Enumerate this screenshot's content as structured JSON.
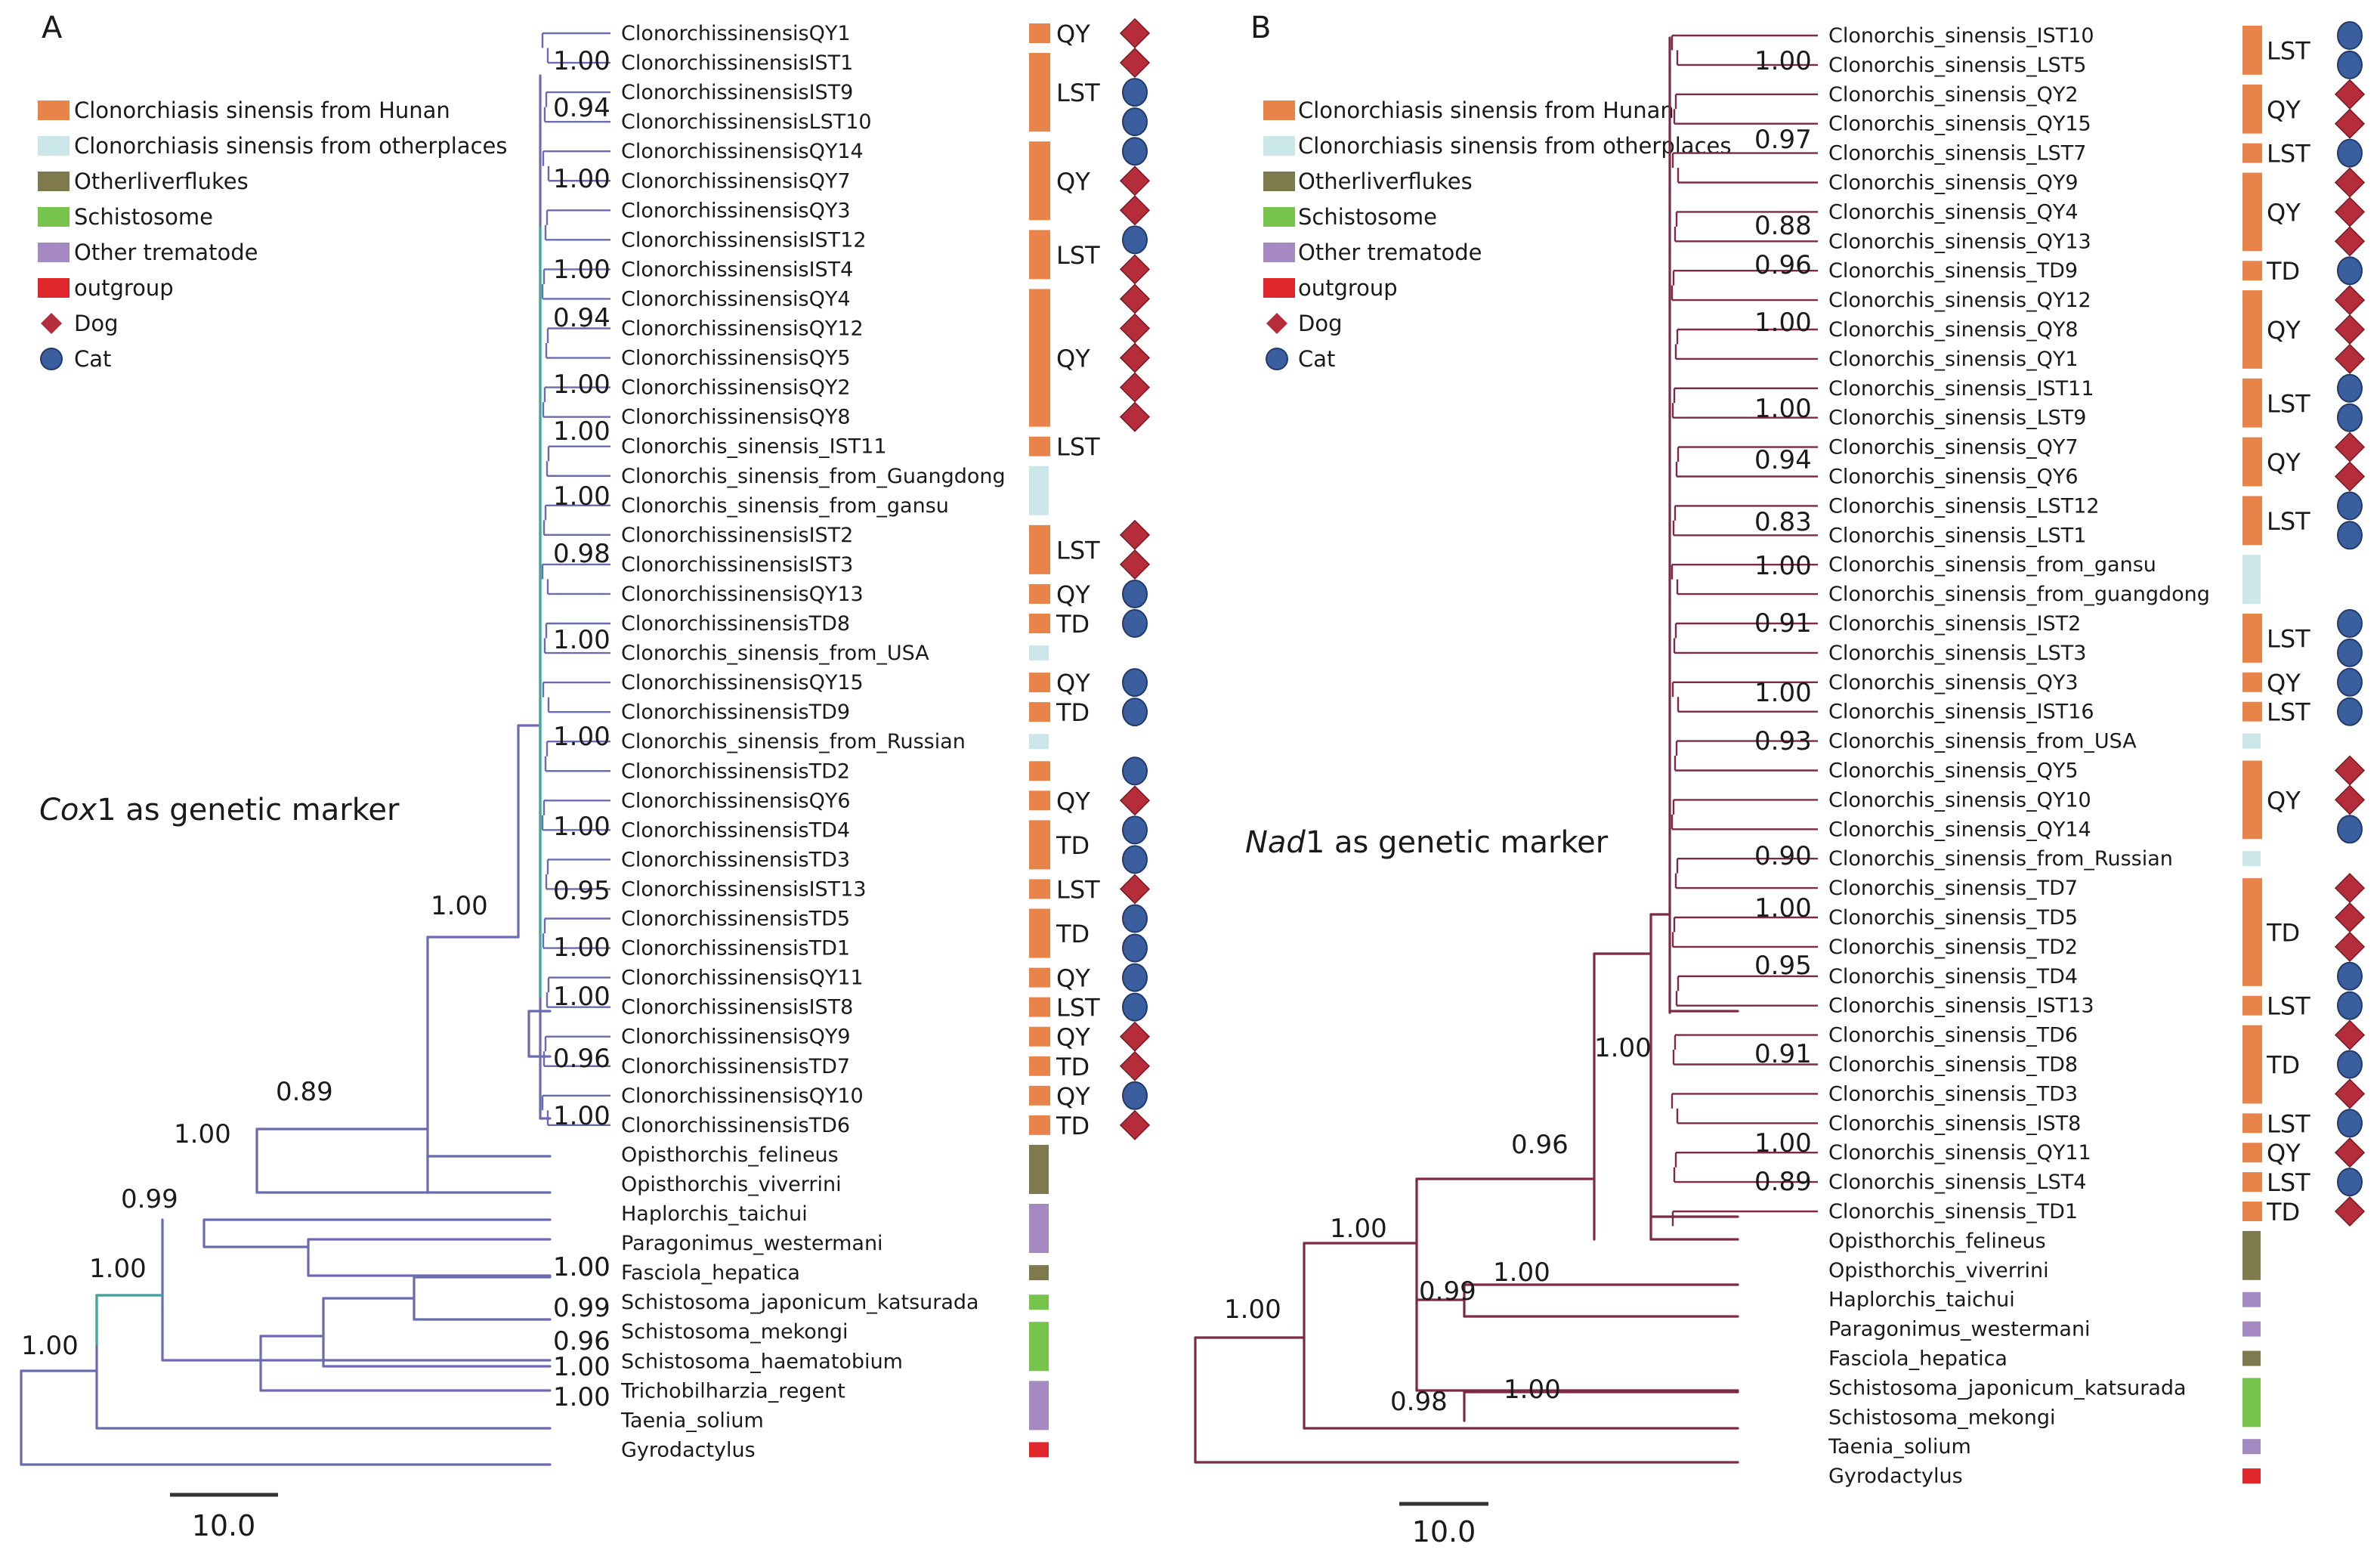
{
  "colors": {
    "hunan": "#e8834a",
    "other_places": "#cce7ea",
    "other_liver_flukes": "#7f7a4e",
    "schistosome": "#77c44c",
    "other_trematode": "#a48ac0",
    "outgroup": "#e0262b",
    "dog": "#b52d3a",
    "cat": "#3a5e9e",
    "tree_a_line": "#6b6bb0",
    "tree_a_accent": "#3fa89a",
    "tree_b_line": "#7d2a44"
  },
  "legend": [
    {
      "key": "hunan",
      "label": "Clonorchiasis sinensis from Hunan",
      "symbol": "rect"
    },
    {
      "key": "other_places",
      "label": "Clonorchiasis sinensis from otherplaces",
      "symbol": "rect"
    },
    {
      "key": "other_liver_flukes",
      "label": "Otherliverflukes",
      "symbol": "rect"
    },
    {
      "key": "schistosome",
      "label": "Schistosome",
      "symbol": "rect"
    },
    {
      "key": "other_trematode",
      "label": "Other trematode",
      "symbol": "rect"
    },
    {
      "key": "outgroup",
      "label": "outgroup",
      "symbol": "rect"
    },
    {
      "key": "dog",
      "label": "Dog",
      "symbol": "diamond"
    },
    {
      "key": "cat",
      "label": "Cat",
      "symbol": "circle"
    }
  ],
  "panels": [
    {
      "id": "a",
      "panel_label": "A",
      "marker_italic": "Cox",
      "marker_rest": "1 as genetic marker",
      "scale_label": "10.0",
      "taxa": [
        "ClonorchissinensisQY1",
        "ClonorchissinensisIST1",
        "ClonorchissinensisIST9",
        "ClonorchissinensisLST10",
        "ClonorchissinensisQY14",
        "ClonorchissinensisQY7",
        "ClonorchissinensisQY3",
        "ClonorchissinensisIST12",
        "ClonorchissinensisIST4",
        "ClonorchissinensisQY4",
        "ClonorchissinensisQY12",
        "ClonorchissinensisQY5",
        "ClonorchissinensisQY2",
        "ClonorchissinensisQY8",
        "Clonorchis_sinensis_IST11",
        "Clonorchis_sinensis_from_Guangdong",
        "Clonorchis_sinensis_from_gansu",
        "ClonorchissinensisIST2",
        "ClonorchissinensisIST3",
        "ClonorchissinensisQY13",
        "ClonorchissinensisTD8",
        "Clonorchis_sinensis_from_USA",
        "ClonorchissinensisQY15",
        "ClonorchissinensisTD9",
        "Clonorchis_sinensis_from_Russian",
        "ClonorchissinensisTD2",
        "ClonorchissinensisQY6",
        "ClonorchissinensisTD4",
        "ClonorchissinensisTD3",
        "ClonorchissinensisIST13",
        "ClonorchissinensisTD5",
        "ClonorchissinensisTD1",
        "ClonorchissinensisQY11",
        "ClonorchissinensisIST8",
        "ClonorchissinensisQY9",
        "ClonorchissinensisTD7",
        "ClonorchissinensisQY10",
        "ClonorchissinensisTD6",
        "Opisthorchis_felineus",
        "Opisthorchis_viverrini",
        "Haplorchis_taichui",
        "Paragonimus_westermani",
        "Fasciola_hepatica",
        "Schistosoma_japonicum_katsurada",
        "Schistosoma_mekongi",
        "Schistosoma_haematobium",
        "Trichobilharzia_regent",
        "Taenia_solium",
        "Gyrodactylus"
      ],
      "hosts": [
        "dog",
        "dog",
        "cat",
        "cat",
        "cat",
        "dog",
        "dog",
        "cat",
        "dog",
        "dog",
        "dog",
        "dog",
        "dog",
        "dog",
        null,
        null,
        null,
        "dog",
        "dog",
        "cat",
        "cat",
        null,
        "cat",
        "cat",
        null,
        "cat",
        "dog",
        "cat",
        "cat",
        "dog",
        "cat",
        "cat",
        "cat",
        "cat",
        "dog",
        "dog",
        "cat",
        "dog",
        null,
        null,
        null,
        null,
        null,
        null,
        null,
        null,
        null,
        null,
        null
      ],
      "groups": [
        {
          "color": "hunan",
          "from": 0,
          "to": 0,
          "label": "QY"
        },
        {
          "color": "hunan",
          "from": 1,
          "to": 3,
          "label": "LST"
        },
        {
          "color": "hunan",
          "from": 4,
          "to": 6,
          "label": "QY"
        },
        {
          "color": "hunan",
          "from": 7,
          "to": 8,
          "label": "LST"
        },
        {
          "color": "hunan",
          "from": 9,
          "to": 13,
          "label": "QY"
        },
        {
          "color": "hunan",
          "from": 14,
          "to": 14,
          "label": "LST"
        },
        {
          "color": "other_places",
          "from": 15,
          "to": 16,
          "label": ""
        },
        {
          "color": "hunan",
          "from": 17,
          "to": 18,
          "label": "LST"
        },
        {
          "color": "hunan",
          "from": 19,
          "to": 19,
          "label": "QY"
        },
        {
          "color": "hunan",
          "from": 20,
          "to": 20,
          "label": "TD"
        },
        {
          "color": "other_places",
          "from": 21,
          "to": 21,
          "label": ""
        },
        {
          "color": "hunan",
          "from": 22,
          "to": 22,
          "label": "QY"
        },
        {
          "color": "hunan",
          "from": 23,
          "to": 23,
          "label": "TD"
        },
        {
          "color": "other_places",
          "from": 24,
          "to": 24,
          "label": ""
        },
        {
          "color": "hunan",
          "from": 25,
          "to": 25,
          "label": ""
        },
        {
          "color": "hunan",
          "from": 26,
          "to": 26,
          "label": "QY"
        },
        {
          "color": "hunan",
          "from": 27,
          "to": 28,
          "label": "TD"
        },
        {
          "color": "hunan",
          "from": 29,
          "to": 29,
          "label": "LST"
        },
        {
          "color": "hunan",
          "from": 30,
          "to": 31,
          "label": "TD"
        },
        {
          "color": "hunan",
          "from": 32,
          "to": 32,
          "label": "QY"
        },
        {
          "color": "hunan",
          "from": 33,
          "to": 33,
          "label": "LST"
        },
        {
          "color": "hunan",
          "from": 34,
          "to": 34,
          "label": "QY"
        },
        {
          "color": "hunan",
          "from": 35,
          "to": 35,
          "label": "TD"
        },
        {
          "color": "hunan",
          "from": 36,
          "to": 36,
          "label": "QY"
        },
        {
          "color": "hunan",
          "from": 37,
          "to": 37,
          "label": "TD"
        },
        {
          "color": "other_liver_flukes",
          "from": 38,
          "to": 39,
          "label": ""
        },
        {
          "color": "other_trematode",
          "from": 40,
          "to": 41,
          "label": ""
        },
        {
          "color": "other_liver_flukes",
          "from": 42,
          "to": 42,
          "label": ""
        },
        {
          "color": "schistosome",
          "from": 43,
          "to": 43,
          "label": ""
        },
        {
          "color": "schistosome",
          "from": 44,
          "to": 45,
          "label": ""
        },
        {
          "color": "other_trematode",
          "from": 46,
          "to": 47,
          "label": ""
        },
        {
          "color": "outgroup",
          "from": 48,
          "to": 48,
          "label": ""
        }
      ],
      "support_values": [
        "1.00",
        "0.94",
        "1.00",
        "1.00",
        "0.94",
        "1.00",
        "1.00",
        "1.00",
        "0.98",
        "1.00",
        "1.00",
        "1.00",
        "0.95",
        "1.00",
        "1.00",
        "0.96",
        "1.00",
        "1.00",
        "1.00",
        "0.89",
        "1.00",
        "0.99",
        "1.00",
        "1.00",
        "1.00",
        "0.99",
        "0.96",
        "1.00",
        "1.00"
      ]
    },
    {
      "id": "b",
      "panel_label": "B",
      "marker_italic": "Nad",
      "marker_rest": "1 as genetic marker",
      "scale_label": "10.0",
      "taxa": [
        "Clonorchis_sinensis_IST10",
        "Clonorchis_sinensis_LST5",
        "Clonorchis_sinensis_QY2",
        "Clonorchis_sinensis_QY15",
        "Clonorchis_sinensis_LST7",
        "Clonorchis_sinensis_QY9",
        "Clonorchis_sinensis_QY4",
        "Clonorchis_sinensis_QY13",
        "Clonorchis_sinensis_TD9",
        "Clonorchis_sinensis_QY12",
        "Clonorchis_sinensis_QY8",
        "Clonorchis_sinensis_QY1",
        "Clonorchis_sinensis_IST11",
        "Clonorchis_sinensis_LST9",
        "Clonorchis_sinensis_QY7",
        "Clonorchis_sinensis_QY6",
        "Clonorchis_sinensis_LST12",
        "Clonorchis_sinensis_LST1",
        "Clonorchis_sinensis_from_gansu",
        "Clonorchis_sinensis_from_guangdong",
        "Clonorchis_sinensis_IST2",
        "Clonorchis_sinensis_LST3",
        "Clonorchis_sinensis_QY3",
        "Clonorchis_sinensis_IST16",
        "Clonorchis_sinensis_from_USA",
        "Clonorchis_sinensis_QY5",
        "Clonorchis_sinensis_QY10",
        "Clonorchis_sinensis_QY14",
        "Clonorchis_sinensis_from_Russian",
        "Clonorchis_sinensis_TD7",
        "Clonorchis_sinensis_TD5",
        "Clonorchis_sinensis_TD2",
        "Clonorchis_sinensis_TD4",
        "Clonorchis_sinensis_IST13",
        "Clonorchis_sinensis_TD6",
        "Clonorchis_sinensis_TD8",
        "Clonorchis_sinensis_TD3",
        "Clonorchis_sinensis_IST8",
        "Clonorchis_sinensis_QY11",
        "Clonorchis_sinensis_LST4",
        "Clonorchis_sinensis_TD1",
        "Opisthorchis_felineus",
        "Opisthorchis_viverrini",
        "Haplorchis_taichui",
        "Paragonimus_westermani",
        "Fasciola_hepatica",
        "Schistosoma_japonicum_katsurada",
        "Schistosoma_mekongi",
        "Taenia_solium",
        "Gyrodactylus"
      ],
      "hosts": [
        "cat",
        "cat",
        "dog",
        "dog",
        "cat",
        "dog",
        "dog",
        "dog",
        "cat",
        "dog",
        "dog",
        "dog",
        "cat",
        "cat",
        "dog",
        "dog",
        "cat",
        "cat",
        null,
        null,
        "cat",
        "cat",
        "cat",
        "cat",
        null,
        "dog",
        "dog",
        "cat",
        null,
        "dog",
        "dog",
        "dog",
        "cat",
        "cat",
        "dog",
        "cat",
        "dog",
        "cat",
        "dog",
        "cat",
        "dog",
        null,
        null,
        null,
        null,
        null,
        null,
        null,
        null,
        null
      ],
      "groups": [
        {
          "color": "hunan",
          "from": 0,
          "to": 1,
          "label": "LST"
        },
        {
          "color": "hunan",
          "from": 2,
          "to": 3,
          "label": "QY"
        },
        {
          "color": "hunan",
          "from": 4,
          "to": 4,
          "label": "LST"
        },
        {
          "color": "hunan",
          "from": 5,
          "to": 7,
          "label": "QY"
        },
        {
          "color": "hunan",
          "from": 8,
          "to": 8,
          "label": "TD"
        },
        {
          "color": "hunan",
          "from": 9,
          "to": 11,
          "label": "QY"
        },
        {
          "color": "hunan",
          "from": 12,
          "to": 13,
          "label": "LST"
        },
        {
          "color": "hunan",
          "from": 14,
          "to": 15,
          "label": "QY"
        },
        {
          "color": "hunan",
          "from": 16,
          "to": 17,
          "label": "LST"
        },
        {
          "color": "other_places",
          "from": 18,
          "to": 19,
          "label": ""
        },
        {
          "color": "hunan",
          "from": 20,
          "to": 21,
          "label": "LST"
        },
        {
          "color": "hunan",
          "from": 22,
          "to": 22,
          "label": "QY"
        },
        {
          "color": "hunan",
          "from": 23,
          "to": 23,
          "label": "LST"
        },
        {
          "color": "other_places",
          "from": 24,
          "to": 24,
          "label": ""
        },
        {
          "color": "hunan",
          "from": 25,
          "to": 27,
          "label": "QY"
        },
        {
          "color": "other_places",
          "from": 28,
          "to": 28,
          "label": ""
        },
        {
          "color": "hunan",
          "from": 29,
          "to": 32,
          "label": "TD"
        },
        {
          "color": "hunan",
          "from": 33,
          "to": 33,
          "label": "LST"
        },
        {
          "color": "hunan",
          "from": 34,
          "to": 36,
          "label": "TD"
        },
        {
          "color": "hunan",
          "from": 37,
          "to": 37,
          "label": "LST"
        },
        {
          "color": "hunan",
          "from": 38,
          "to": 38,
          "label": "QY"
        },
        {
          "color": "hunan",
          "from": 39,
          "to": 39,
          "label": "LST"
        },
        {
          "color": "hunan",
          "from": 40,
          "to": 40,
          "label": "TD"
        },
        {
          "color": "other_liver_flukes",
          "from": 41,
          "to": 42,
          "label": ""
        },
        {
          "color": "other_trematode",
          "from": 43,
          "to": 43,
          "label": ""
        },
        {
          "color": "other_trematode",
          "from": 44,
          "to": 44,
          "label": ""
        },
        {
          "color": "other_liver_flukes",
          "from": 45,
          "to": 45,
          "label": ""
        },
        {
          "color": "schistosome",
          "from": 46,
          "to": 47,
          "label": ""
        },
        {
          "color": "other_trematode",
          "from": 48,
          "to": 48,
          "label": ""
        },
        {
          "color": "outgroup",
          "from": 49,
          "to": 49,
          "label": ""
        }
      ],
      "support_values": [
        "1.00",
        "0.97",
        "0.88",
        "0.96",
        "1.00",
        "1.00",
        "0.94",
        "0.83",
        "1.00",
        "0.91",
        "1.00",
        "0.93",
        "0.90",
        "1.00",
        "0.95",
        "0.91",
        "1.00",
        "0.89",
        "1.00",
        "0.96",
        "1.00",
        "0.99",
        "1.00",
        "1.00",
        "0.98",
        "1.00"
      ]
    }
  ]
}
